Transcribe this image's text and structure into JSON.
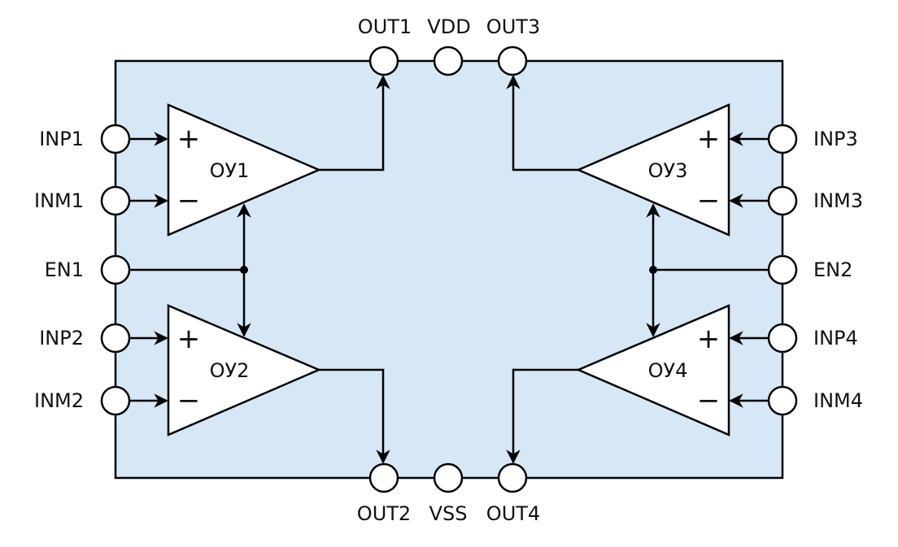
{
  "diagram": {
    "title": "",
    "chip_fill": "#d6e7f5",
    "pins_top": [
      "OUT1",
      "VDD",
      "OUT3"
    ],
    "pins_bottom": [
      "OUT2",
      "VSS",
      "OUT4"
    ],
    "pins_left": [
      "INP1",
      "INM1",
      "EN1",
      "INP2",
      "INM2"
    ],
    "pins_right": [
      "INP3",
      "INM3",
      "EN2",
      "INP4",
      "INM4"
    ],
    "amplifiers": [
      {
        "id": "OY1",
        "label": "ОУ1",
        "plus": "+",
        "minus": "−",
        "inputs": [
          "INP1",
          "INM1"
        ],
        "enable": "EN1",
        "output": "OUT1"
      },
      {
        "id": "OY2",
        "label": "ОУ2",
        "plus": "+",
        "minus": "−",
        "inputs": [
          "INP2",
          "INM2"
        ],
        "enable": "EN1",
        "output": "OUT2"
      },
      {
        "id": "OY3",
        "label": "ОУ3",
        "plus": "+",
        "minus": "−",
        "inputs": [
          "INP3",
          "INM3"
        ],
        "enable": "EN2",
        "output": "OUT3"
      },
      {
        "id": "OY4",
        "label": "ОУ4",
        "plus": "+",
        "minus": "−",
        "inputs": [
          "INP4",
          "INM4"
        ],
        "enable": "EN2",
        "output": "OUT4"
      }
    ]
  }
}
